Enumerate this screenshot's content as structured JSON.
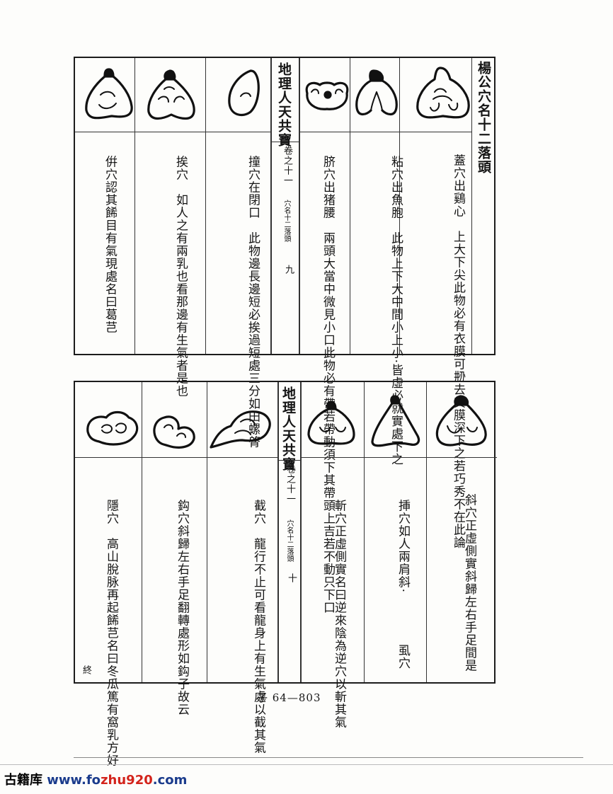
{
  "top": {
    "side_title": "楊公穴名十二落頭",
    "header": "地理人天共寶",
    "volume": "卷之十一",
    "section": "穴名十二落頭",
    "page": "九",
    "columns": [
      [
        "蓋穴出鷄心　上大下尖此物必有衣膜",
        "可刱去其膜深下之若巧秀不在此論"
      ],
      [
        "粘穴出魚胞　此物上下大中間小上小·",
        "皆虛必就實處下之"
      ],
      [
        "脐穴出猪腰　兩頭大當中微見小口此",
        "物必有帶若帶動須下其帶頭上吉若不",
        "動只下口"
      ],
      [
        "撞穴在閉口　此物邊長邊短必挨過",
        "短處三分如田螺䏿"
      ],
      [
        "挨穴　如人之有兩乳也看那邊有生",
        "氣者是也"
      ],
      [
        "倂穴",
        "認其餙目有氣現處名曰葛芑"
      ]
    ]
  },
  "bottom": {
    "header": "地理人天共寶",
    "volume": "卷之十一",
    "section": "穴名十二落頭",
    "page": "十",
    "end_mark": "終",
    "columns": [
      [
        "斜穴",
        "正虛側實斜歸左右手足間是"
      ],
      [
        "挿穴",
        "如人兩肩斜·　　　　虱穴"
      ],
      [
        "斬穴",
        "正虛側實名曰逆來陰為逆穴以斬其氣"
      ],
      [
        "截穴　龍行不止可看龍身上有生氣",
        "處以截其氣"
      ],
      [
        "鈎穴",
        "斜歸左右手足翻轉處形如鈎子故云"
      ],
      [
        "隱穴　高山脫脉再起餙芑名曰冬瓜",
        "篤有窩乳方好"
      ]
    ]
  },
  "footer": {
    "page_code": "子 64—803"
  },
  "watermark": {
    "name": "古籍库",
    "url_prefix": "www.fo",
    "url_accent": "zhu920",
    "url_suffix": ".com"
  }
}
